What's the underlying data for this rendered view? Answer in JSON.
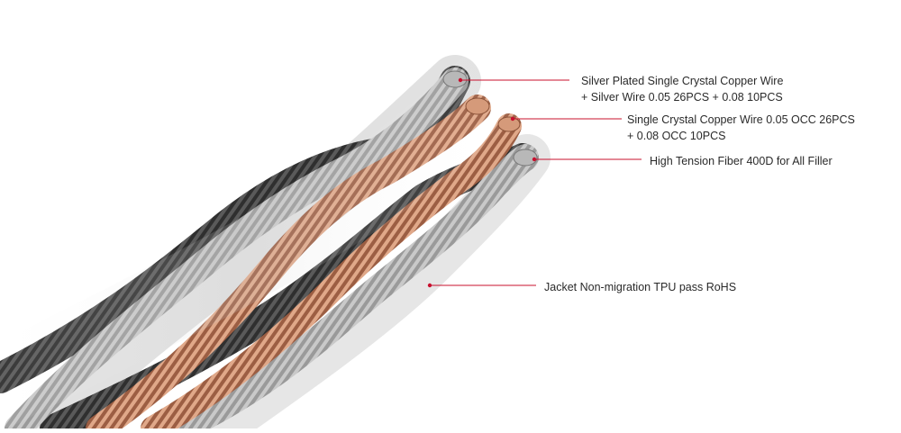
{
  "callouts": [
    {
      "line1": "Silver Plated Single Crystal Copper Wire",
      "line2": "+ Silver Wire 0.05 26PCS + 0.08 10PCS"
    },
    {
      "line1": "Single Crystal Copper Wire 0.05 OCC 26PCS",
      "line2": "+ 0.08 OCC 10PCS"
    },
    {
      "line1": "High Tension Fiber 400D for All Filler"
    },
    {
      "line1": "Jacket Non-migration TPU pass RoHS"
    }
  ],
  "colors": {
    "leader_line": "#c8102e",
    "silver_strand": "#8a8a8a",
    "dark_strand": "#3d3d3d",
    "copper_strand": "#b9785a",
    "jacket": "#d9d9d9"
  },
  "image_subject": "braided-cable-cross-section"
}
